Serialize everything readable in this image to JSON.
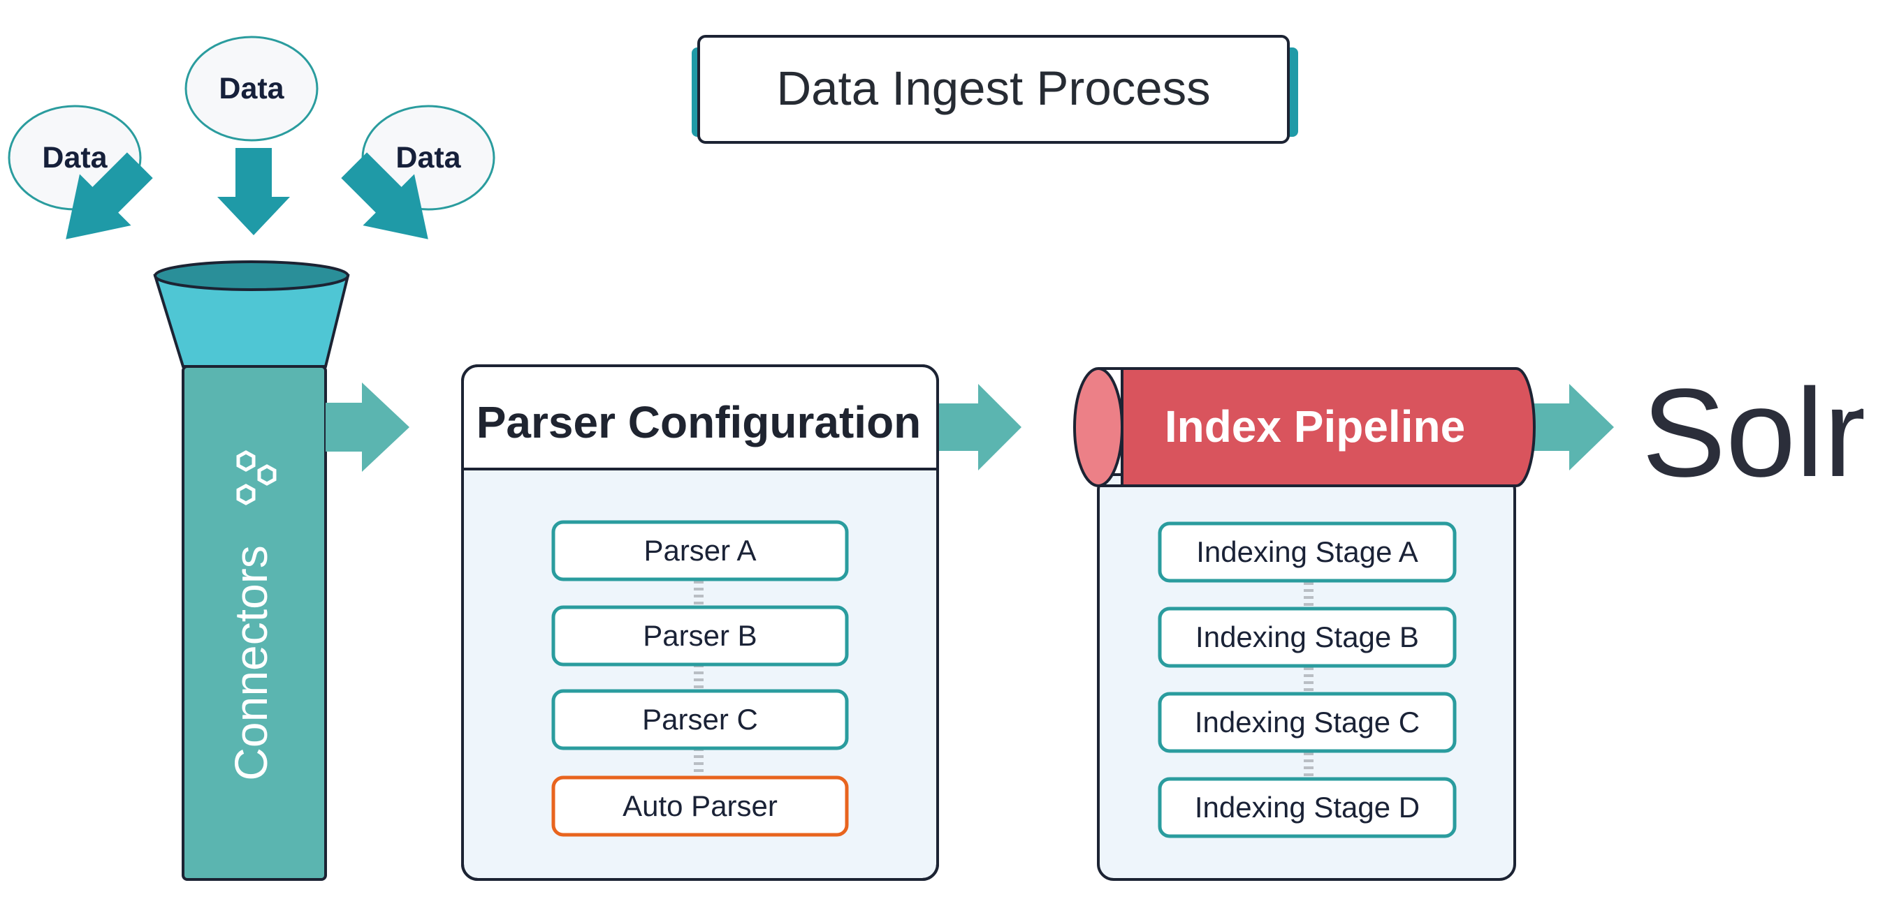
{
  "title": "Data Ingest Process",
  "data_sources": [
    "Data",
    "Data",
    "Data"
  ],
  "connectors": {
    "label": "Connectors",
    "icon": "hexagon-cluster-icon"
  },
  "parser_configuration": {
    "title": "Parser Configuration",
    "items": [
      "Parser A",
      "Parser B",
      "Parser C",
      "Auto Parser"
    ]
  },
  "index_pipeline": {
    "title": "Index Pipeline",
    "stages": [
      "Indexing Stage A",
      "Indexing Stage B",
      "Indexing Stage C",
      "Indexing Stage D"
    ]
  },
  "destination": {
    "label": "Solr",
    "icon": "solr-sunburst-icon"
  },
  "colors": {
    "teal_dark": "#1f9aa7",
    "teal_mid": "#5bb5b0",
    "teal_light": "#4fc6d4",
    "arrow": "#5bb5b0",
    "panel_fill": "#eef5fb",
    "item_border": "#2a9c9e",
    "auto_parser_border": "#e8641e",
    "pipeline_red": "#d9545d",
    "pipeline_cap": "#ec8087",
    "solr_orange": "#e0452b",
    "solr_text": "#2b2e3a",
    "dark_outline": "#1c2333"
  }
}
